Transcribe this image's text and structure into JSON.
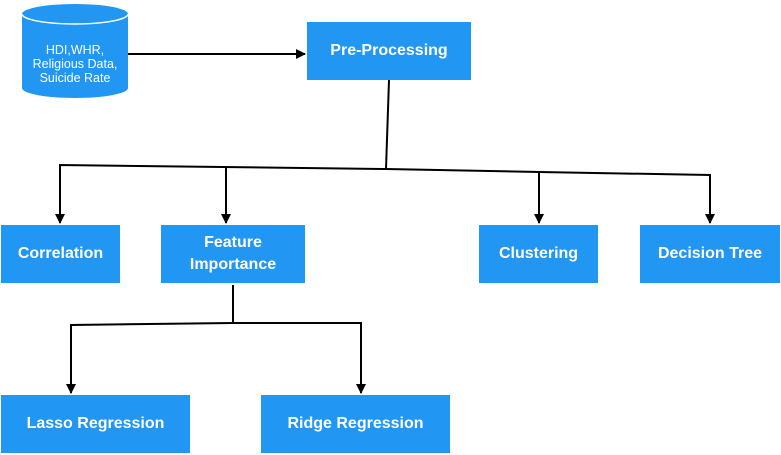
{
  "colors": {
    "node_fill": "#2196F3",
    "node_text": "#FFFFFF",
    "edge": "#000000"
  },
  "nodes": {
    "data_source": {
      "shape": "cylinder",
      "lines": [
        "HDI,WHR,",
        "Religious Data,",
        "Suicide Rate"
      ]
    },
    "preprocessing": {
      "label": "Pre-Processing"
    },
    "correlation": {
      "label": "Correlation"
    },
    "feature_importance": {
      "lines": [
        "Feature",
        "Importance"
      ]
    },
    "clustering": {
      "label": "Clustering"
    },
    "decision_tree": {
      "label": "Decision Tree"
    },
    "lasso": {
      "label": "Lasso Regression"
    },
    "ridge": {
      "label": "Ridge Regression"
    }
  },
  "edges": [
    {
      "from": "data_source",
      "to": "preprocessing"
    },
    {
      "from": "preprocessing",
      "to": "correlation"
    },
    {
      "from": "preprocessing",
      "to": "feature_importance"
    },
    {
      "from": "preprocessing",
      "to": "clustering"
    },
    {
      "from": "preprocessing",
      "to": "decision_tree"
    },
    {
      "from": "feature_importance",
      "to": "lasso"
    },
    {
      "from": "feature_importance",
      "to": "ridge"
    }
  ]
}
